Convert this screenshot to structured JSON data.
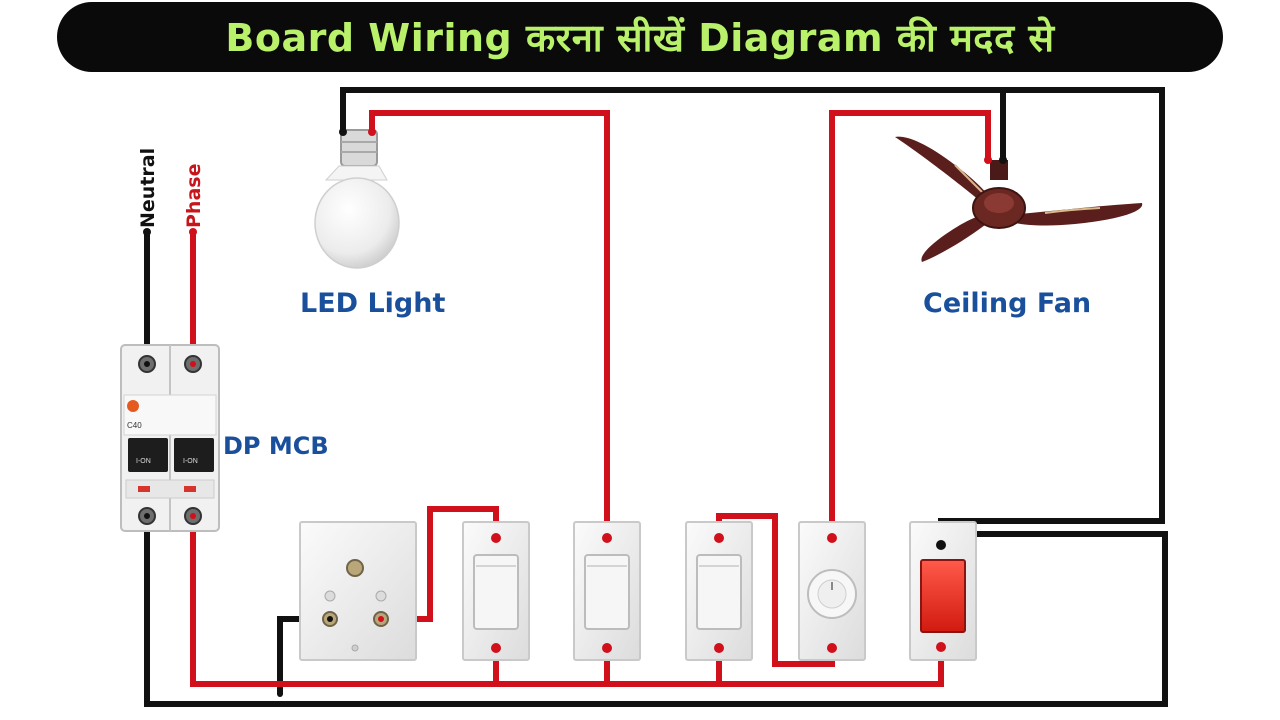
{
  "title": "Board Wiring करना सीखें Diagram की मदद से",
  "labels": {
    "neutral": "Neutral",
    "phase": "Phase",
    "led_light": "LED Light",
    "ceiling_fan": "Ceiling Fan",
    "dp_mcb": "DP MCB"
  },
  "mcb_markings": {
    "rating": "C40",
    "on_left": "I-ON",
    "on_right": "I-ON"
  },
  "colors": {
    "title_bg": "#0a0a0a",
    "title_text": "#b9f26a",
    "label_blue": "#1a4f9c",
    "phase_wire": "#d0101a",
    "neutral_wire": "#111111",
    "label_red": "#c8151b"
  },
  "components": [
    "dp-mcb",
    "socket",
    "switch-1",
    "switch-2",
    "switch-3",
    "fan-regulator",
    "indicator",
    "led-bulb",
    "ceiling-fan"
  ]
}
